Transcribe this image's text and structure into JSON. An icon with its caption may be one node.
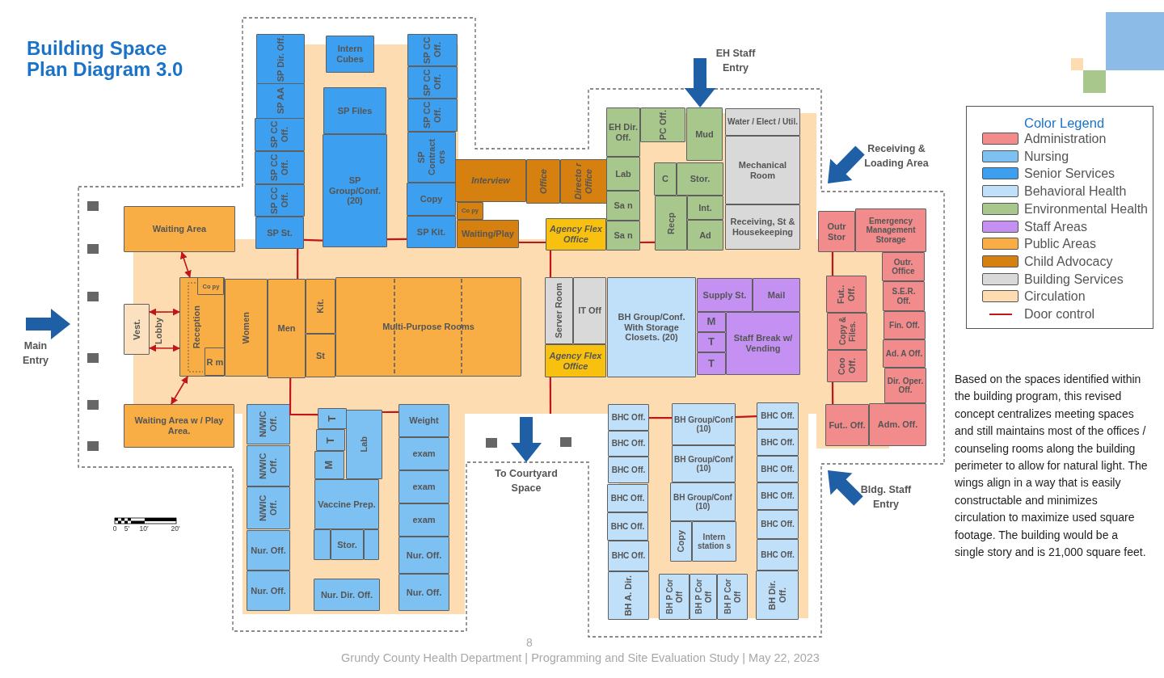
{
  "diagram": {
    "title": "Building Space Plan Diagram 3.0",
    "nodes": [
      {
        "text": [
          "SP Dir. Off."
        ]
      },
      {
        "text": [
          "SP AA"
        ]
      },
      {
        "text": [
          "SP CC Off."
        ]
      },
      {
        "text": [
          "SP CC Off."
        ]
      },
      {
        "text": [
          "SP CC Off."
        ]
      },
      {
        "text": [
          "SP St."
        ]
      },
      {
        "text": [
          "Intern Cubes"
        ]
      },
      {
        "text": [
          "SP Files"
        ]
      },
      {
        "text": [
          "SP Group/Conf. (20)"
        ]
      },
      {
        "text": [
          "SP CC Off."
        ]
      },
      {
        "text": [
          "SP CC Off."
        ]
      },
      {
        "text": [
          "SP CC Off."
        ]
      },
      {
        "text": [
          "SP Contract ors"
        ]
      },
      {
        "text": [
          "Copy"
        ]
      },
      {
        "text": [
          "SP Kit."
        ]
      },
      {
        "text": [
          "Interview"
        ]
      },
      {
        "text": [
          "Office"
        ]
      },
      {
        "text": [
          "Directo r Office"
        ]
      },
      {
        "text": [
          "Co py"
        ]
      },
      {
        "text": [
          "Waiting/Play"
        ]
      },
      {
        "text": [
          "Agency Flex Office"
        ]
      },
      {
        "text": [
          "EH Dir. Off."
        ]
      },
      {
        "text": [
          "PC Off."
        ]
      },
      {
        "text": [
          "Mud"
        ]
      },
      {
        "text": [
          "Lab"
        ]
      },
      {
        "text": [
          "Sa n"
        ]
      },
      {
        "text": [
          "Sa n"
        ]
      },
      {
        "text": [
          "C"
        ]
      },
      {
        "text": [
          "Stor."
        ]
      },
      {
        "text": [
          "Recp"
        ]
      },
      {
        "text": [
          "Int."
        ]
      },
      {
        "text": [
          "Ad"
        ]
      },
      {
        "text": [
          "Water / Elect / Util."
        ]
      },
      {
        "text": [
          "Mechanical Room"
        ]
      },
      {
        "text": [
          "Receiving, St & Housekeeping"
        ]
      },
      {
        "text": [
          "Outr Stor"
        ]
      },
      {
        "text": [
          "Emergency Management Storage"
        ]
      },
      {
        "text": [
          "Outr. Office"
        ]
      },
      {
        "text": [
          "Fut.. Off."
        ]
      },
      {
        "text": [
          "S.E.R. Off."
        ]
      },
      {
        "text": [
          "Copy & Files."
        ]
      },
      {
        "text": [
          "Fin. Off."
        ]
      },
      {
        "text": [
          "Ad. A Off."
        ]
      },
      {
        "text": [
          "Coo Off."
        ]
      },
      {
        "text": [
          "Dir. Oper. Off."
        ]
      },
      {
        "text": [
          "Fut.. Off."
        ]
      },
      {
        "text": [
          "Adm. Off."
        ]
      },
      {
        "text": [
          "Waiting Area"
        ]
      },
      {
        "text": [
          "Vest."
        ]
      },
      {
        "text": [
          "Reception"
        ]
      },
      {
        "text": [
          "Co py"
        ],
        "in": 49
      },
      {
        "text": [
          "R m"
        ],
        "in": 49
      },
      {
        "text": [
          "Women"
        ]
      },
      {
        "text": [
          "Men"
        ]
      },
      {
        "text": [
          "Kit."
        ]
      },
      {
        "text": [
          "St"
        ]
      },
      {
        "text": [
          "Multi-Purpose Rooms"
        ]
      },
      {
        "text": [
          "Waiting Area w / Play Area."
        ]
      },
      {
        "text": [
          "Server Room"
        ]
      },
      {
        "text": [
          "IT Off"
        ]
      },
      {
        "text": [
          "Agency Flex Office"
        ]
      },
      {
        "text": [
          "BH Group/Conf. With Storage Closets. (20)"
        ]
      },
      {
        "text": [
          "Supply St."
        ]
      },
      {
        "text": [
          "Mail"
        ]
      },
      {
        "text": [
          "M"
        ]
      },
      {
        "text": [
          "T"
        ]
      },
      {
        "text": [
          "T"
        ]
      },
      {
        "text": [
          "Staff Break w/ Vending"
        ]
      },
      {
        "text": [
          "N/WIC Off."
        ]
      },
      {
        "text": [
          "N/WIC Off."
        ]
      },
      {
        "text": [
          "N/WIC Off."
        ]
      },
      {
        "text": [
          "Nur. Off."
        ]
      },
      {
        "text": [
          "Nur. Off."
        ]
      },
      {
        "text": [
          "T"
        ]
      },
      {
        "text": [
          "T"
        ]
      },
      {
        "text": [
          "M"
        ]
      },
      {
        "text": [
          "Lab"
        ]
      },
      {
        "text": [
          "Vaccine Prep."
        ]
      },
      {
        "text": [],
        "shape": "box"
      },
      {
        "text": [
          "Stor."
        ]
      },
      {
        "text": [],
        "shape": "box"
      },
      {
        "text": [
          "Nur. Dir. Off."
        ]
      },
      {
        "text": [
          "Weight"
        ]
      },
      {
        "text": [
          "exam"
        ]
      },
      {
        "text": [
          "exam"
        ]
      },
      {
        "text": [
          "exam"
        ]
      },
      {
        "text": [
          "Nur. Off."
        ]
      },
      {
        "text": [
          "Nur. Off."
        ]
      },
      {
        "text": [
          "BHC Off."
        ]
      },
      {
        "text": [
          "BHC Off."
        ]
      },
      {
        "text": [
          "BHC Off."
        ]
      },
      {
        "text": [
          "BHC Off."
        ]
      },
      {
        "text": [
          "BHC Off."
        ]
      },
      {
        "text": [
          "BHC Off."
        ]
      },
      {
        "text": [
          "BH A. Dir."
        ]
      },
      {
        "text": [
          "BH Group/Conf (10)"
        ]
      },
      {
        "text": [
          "BH Group/Conf (10)"
        ]
      },
      {
        "text": [
          "BH Group/Conf (10)"
        ]
      },
      {
        "text": [
          "Copy"
        ]
      },
      {
        "text": [
          "Intern station s"
        ]
      },
      {
        "text": [
          "BH P Cor Off"
        ]
      },
      {
        "text": [
          "BH P Cor Off"
        ]
      },
      {
        "text": [
          "BH P Cor Off"
        ]
      },
      {
        "text": [
          "BHC Off."
        ]
      },
      {
        "text": [
          "BHC Off."
        ]
      },
      {
        "text": [
          "BHC Off."
        ]
      },
      {
        "text": [
          "BHC Off."
        ]
      },
      {
        "text": [
          "BHC Off."
        ]
      },
      {
        "text": [
          "BHC Off."
        ]
      },
      {
        "text": [
          "BH Dir. Off."
        ]
      }
    ],
    "edges": [
      {
        "from": 47,
        "to": 49,
        "arrow": "both"
      },
      {
        "from": 48,
        "to": 49,
        "arrow": "both"
      },
      {
        "from": 48,
        "to": 49,
        "arrow": "both"
      },
      {
        "from": 57,
        "to": 49,
        "arrow": "both"
      },
      {
        "from": 5,
        "to": 8,
        "arrow": "none"
      },
      {
        "from": 8,
        "to": 14,
        "arrow": "none"
      },
      {
        "from": 5,
        "to": 53,
        "arrow": "none"
      },
      {
        "from": 19,
        "to": 20,
        "arrow": "none"
      },
      {
        "from": 26,
        "to": 29,
        "arrow": "none"
      },
      {
        "from": 20,
        "to": 58,
        "arrow": "none"
      },
      {
        "from": 60,
        "to": null,
        "arrow": "none"
      },
      {
        "from": 53,
        "to": 73,
        "arrow": "none"
      },
      {
        "from": 76,
        "to": 82,
        "arrow": "none"
      },
      {
        "from": 88,
        "to": 95,
        "arrow": "none"
      },
      {
        "from": 95,
        "to": 103,
        "arrow": "none"
      },
      {
        "from": 35,
        "to": 38,
        "arrow": "none"
      },
      {
        "from": 43,
        "to": 45,
        "arrow": "none"
      },
      {
        "from": null,
        "to": 23,
        "arrow": "to",
        "style": "thick",
        "color": "#1f5fa6"
      }
    ],
    "labels": [
      "Main Entry",
      "EH Staff Entry",
      "Receiving & Loading Area",
      "To Courtyard Space",
      "Bldg. Staff Entry",
      "Lobby",
      "Color Legend",
      "Based on the spaces identified within the building program, this revised concept centralizes meeting spaces and still maintains most of the offices / counseling rooms along the building perimeter to allow for natural light. The wings align in a way that is easily constructable and minimizes circulation to maximize used square footage. The building would be a single story and is 21,000 square feet.",
      "0",
      "5'",
      "10'",
      "20'",
      "8",
      "Grundy County Health Department | Programming and Site Evaluation Study | May 22, 2023"
    ],
    "legend": [
      {
        "text": "Administration",
        "color": "#f28c8c"
      },
      {
        "text": "Nursing",
        "color": "#7dc0f2"
      },
      {
        "text": "Senior Services",
        "color": "#3d9fef"
      },
      {
        "text": "Behavioral Health",
        "color": "#c0e0fa"
      },
      {
        "text": "Environmental Health",
        "color": "#a8c78c"
      },
      {
        "text": "Staff Areas",
        "color": "#c491f3"
      },
      {
        "text": "Public Areas",
        "color": "#f8ae45"
      },
      {
        "text": "Child Advocacy",
        "color": "#d6800f"
      },
      {
        "text": "Building Services",
        "color": "#d9d9d9"
      },
      {
        "text": "Circulation",
        "color": "#fcdcb0"
      },
      {
        "text": "Door control"
      }
    ]
  }
}
